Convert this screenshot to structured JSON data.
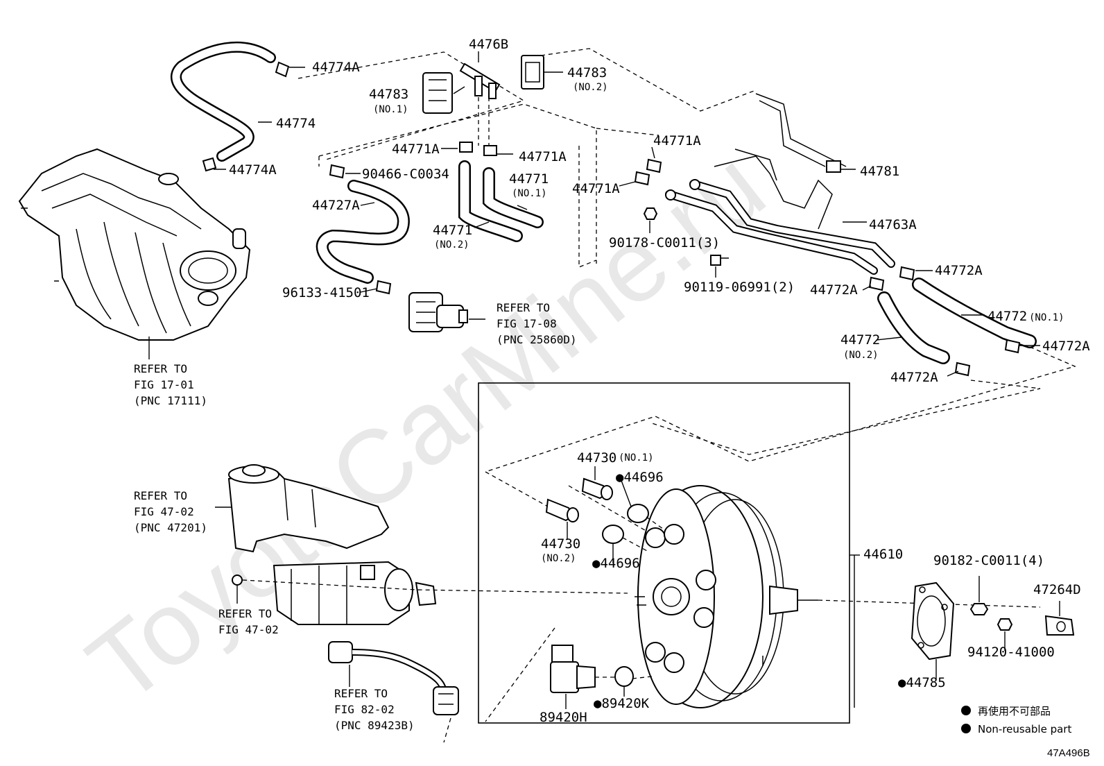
{
  "watermark": "ToyotaCarMine.ru",
  "diagram_code": "47A496B",
  "legend": {
    "marker": "●",
    "jp": "再使用不可部品",
    "en": "Non-reusable part"
  },
  "parts": {
    "p44774A_top": "44774A",
    "p44774": "44774",
    "p44774A_mid": "44774A",
    "p4476B": "4476B",
    "p44783_no1": "44783",
    "p44783_no1_sub": "(NO.1)",
    "p44783_no2": "44783",
    "p44783_no2_sub": "(NO.2)",
    "p44771A_l": "44771A",
    "p44771A_r": "44771A",
    "p44771A_u": "44771A",
    "p44771A_m": "44771A",
    "p90466": "90466-C0034",
    "p44727A": "44727A",
    "p44771_no1": "44771",
    "p44771_no1_sub": "(NO.1)",
    "p44771_no2": "44771",
    "p44771_no2_sub": "(NO.2)",
    "p96133": "96133-41501",
    "p44781": "44781",
    "p44763A": "44763A",
    "p90178": "90178-C0011(3)",
    "p90119": "90119-06991(2)",
    "p44772A_1": "44772A",
    "p44772A_2": "44772A",
    "p44772A_3": "44772A",
    "p44772A_4": "44772A",
    "p44772_no1": "44772",
    "p44772_no1_sub": "(NO.1)",
    "p44772_no2": "44772",
    "p44772_no2_sub": "(NO.2)",
    "p44730_no1": "44730",
    "p44730_no1_sub": "(NO.1)",
    "p44730_no2": "44730",
    "p44730_no2_sub": "(NO.2)",
    "p44696_a": "●44696",
    "p44696_b": "●44696",
    "p44610": "44610",
    "p90182": "90182-C0011(4)",
    "p47264D": "47264D",
    "p94120": "94120-41000",
    "p44785": "●44785",
    "p89420H": "89420H",
    "p89420K": "●89420K"
  },
  "refs": {
    "r17_08": [
      "REFER TO",
      "FIG 17-08",
      "(PNC 25860D)"
    ],
    "r17_01": [
      "REFER TO",
      "FIG 17-01",
      "(PNC 17111)"
    ],
    "r47_02a": [
      "REFER TO",
      "FIG 47-02",
      "(PNC 47201)"
    ],
    "r47_02b": [
      "REFER TO",
      "FIG 47-02"
    ],
    "r82_02": [
      "REFER TO",
      "FIG 82-02",
      "(PNC 89423B)"
    ]
  }
}
